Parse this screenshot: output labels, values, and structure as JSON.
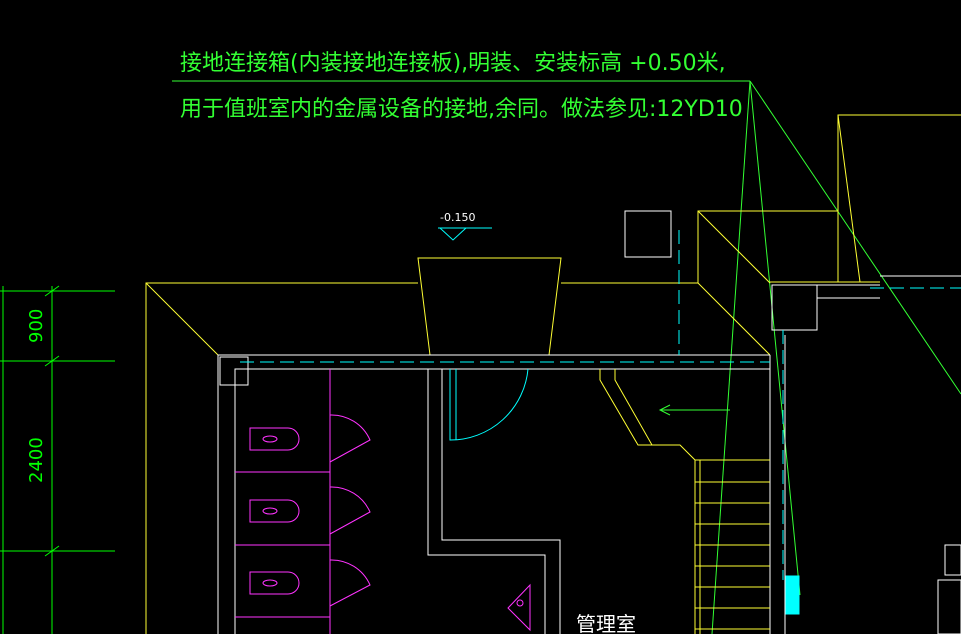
{
  "drawing": {
    "colors": {
      "background": "#000000",
      "wall": "#ffffff",
      "outline": "#ffff33",
      "annotation": "#33ff33",
      "dimension": "#00ff00",
      "grounding": "#00ffff",
      "fixture": "#ff33ff"
    },
    "note_line1": "接地连接箱(内装接地连接板),明装、安装标高 +0.50米,",
    "note_line2": "用于值班室内的金属设备的接地,余同。做法参见:12YD10",
    "level_mark": "-0.150",
    "dim_upper": "900",
    "dim_lower": "2400",
    "room_label": "管理室"
  }
}
